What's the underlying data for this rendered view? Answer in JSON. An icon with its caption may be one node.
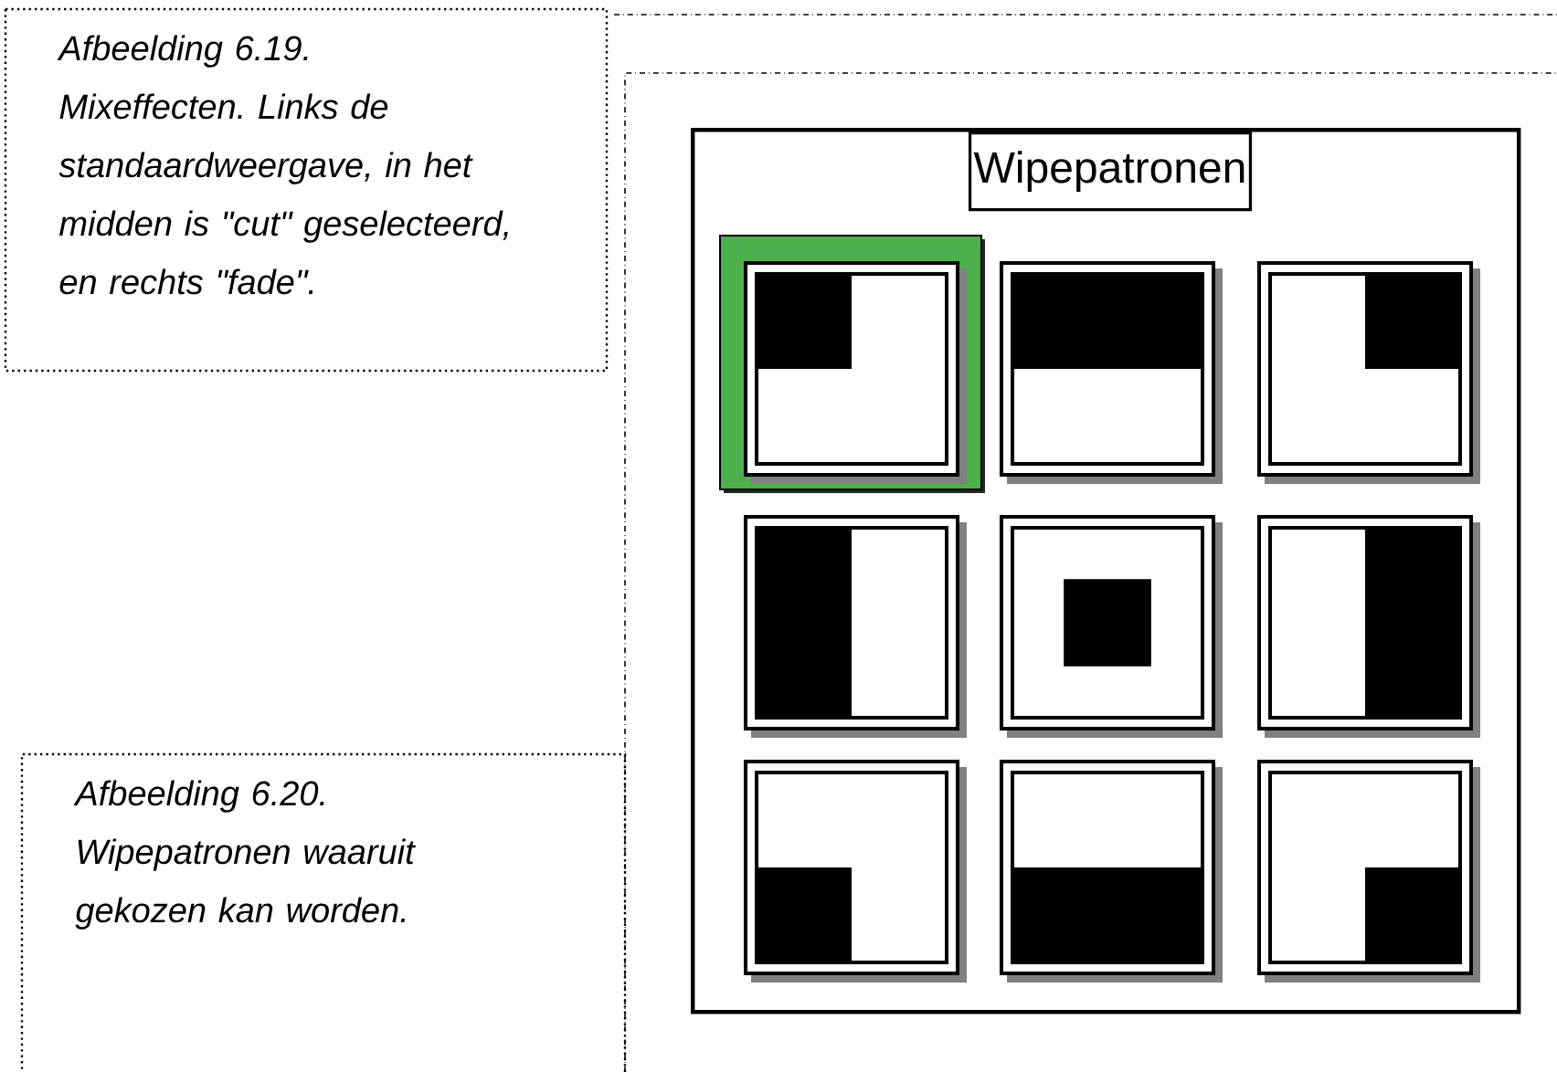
{
  "diagram": {
    "nodes": [
      {
        "text": [
          "Afbeelding 6.19.",
          "Mixeffecten. Links de standaardweergave, in het midden is \"cut\" geselecteerd, en rechts \"fade\"."
        ]
      },
      {
        "text": [
          "Wipepatronen"
        ]
      },
      {
        "text": [],
        "shape": "box",
        "in": 1
      },
      {
        "text": [],
        "shape": "box",
        "in": 1
      },
      {
        "text": [],
        "shape": "box",
        "in": 1
      },
      {
        "text": [],
        "shape": "box",
        "in": 1
      },
      {
        "text": [],
        "shape": "box",
        "in": 1
      },
      {
        "text": [],
        "shape": "box",
        "in": 1
      },
      {
        "text": [],
        "shape": "box",
        "in": 1
      },
      {
        "text": [],
        "shape": "box",
        "in": 1
      },
      {
        "text": [],
        "shape": "box",
        "in": 1
      },
      {
        "text": [
          "Afbeelding 6.20.",
          "Wipepatronen waaruit gekozen kan worden."
        ]
      }
    ]
  }
}
